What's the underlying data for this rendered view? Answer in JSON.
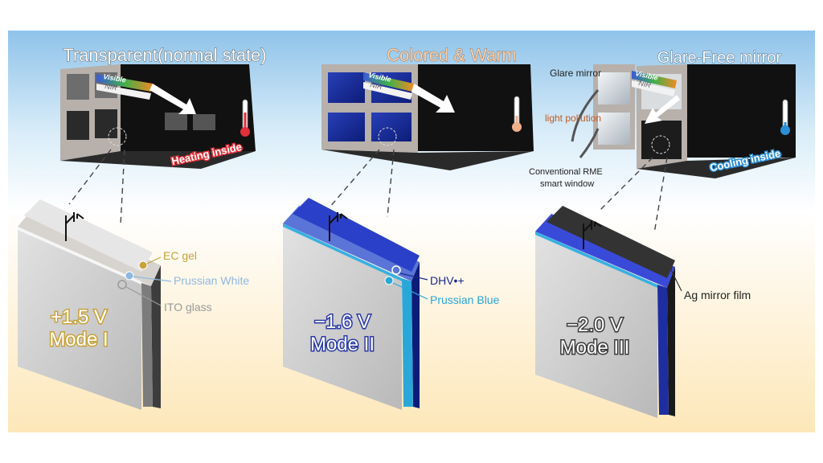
{
  "panels": [
    {
      "title": "Transparent(normal state)",
      "ray_labels": [
        "Visible",
        "NIR"
      ],
      "room_label": "Heating inside",
      "voltage": "+1.5 V",
      "mode": "Mode I",
      "layers": [
        "EC gel",
        "Prussian White",
        "ITO glass"
      ]
    },
    {
      "title": "Colored & Warm",
      "ray_labels": [
        "Visible",
        "NIR"
      ],
      "voltage": "−1.6 V",
      "mode": "Mode II",
      "layers": [
        "DHV•+",
        "Prussian Blue"
      ]
    },
    {
      "title": "Glare-Free mirror",
      "ray_labels": [
        "Visible",
        "NIR"
      ],
      "room_label": "Cooling inside",
      "voltage": "−2.0 V",
      "mode": "Mode III",
      "layers": [
        "Ag mirror film"
      ],
      "side_labels": [
        "Glare mirror",
        "light pollution",
        "Conventional RME",
        "smart window"
      ]
    }
  ],
  "colors": {
    "heating": "#e0303a",
    "cooling": "#2b8fd6",
    "ec_gel": "#c9a23a",
    "prussian_white": "#8fb8e0",
    "ito": "#9a9a9a",
    "dhv": "#1a2a8a",
    "prussian_blue": "#2aa7d9",
    "ag": "#333333"
  },
  "icons": [
    "thermometer-icon",
    "battery-icon"
  ]
}
